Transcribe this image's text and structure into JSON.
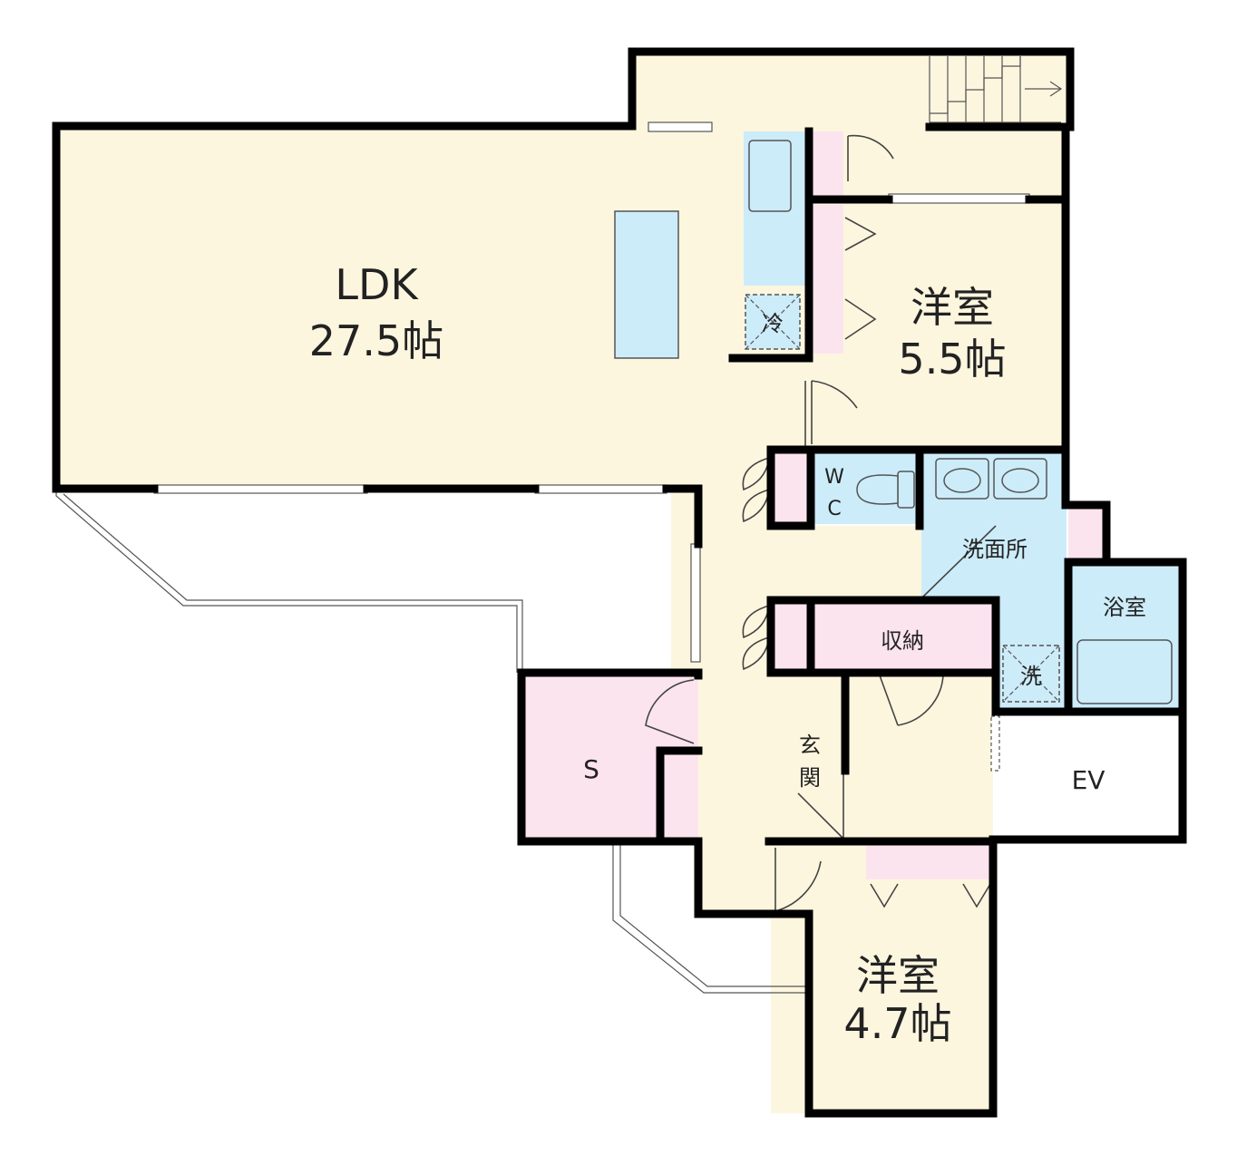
{
  "rooms": {
    "ldk": {
      "name": "LDK",
      "size": "27.5帖"
    },
    "western_1": {
      "name": "洋室",
      "size": "5.5帖"
    },
    "western_2": {
      "name": "洋室",
      "size": "4.7帖"
    },
    "storage_s": {
      "name": "S"
    },
    "wc": {
      "name_top": "W",
      "name_bottom": "C"
    },
    "washroom": {
      "name": "洗面所"
    },
    "bath": {
      "name": "浴室"
    },
    "closet": {
      "name": "収納"
    },
    "entrance": {
      "name_top": "玄",
      "name_bottom": "関"
    },
    "elevator": {
      "name": "EV"
    }
  },
  "fixtures": {
    "fridge": "冷",
    "washer": "洗"
  },
  "colors": {
    "living": "#fdf6df",
    "storage": "#fbe4ee",
    "water": "#cdecf9",
    "wall": "#000000"
  }
}
